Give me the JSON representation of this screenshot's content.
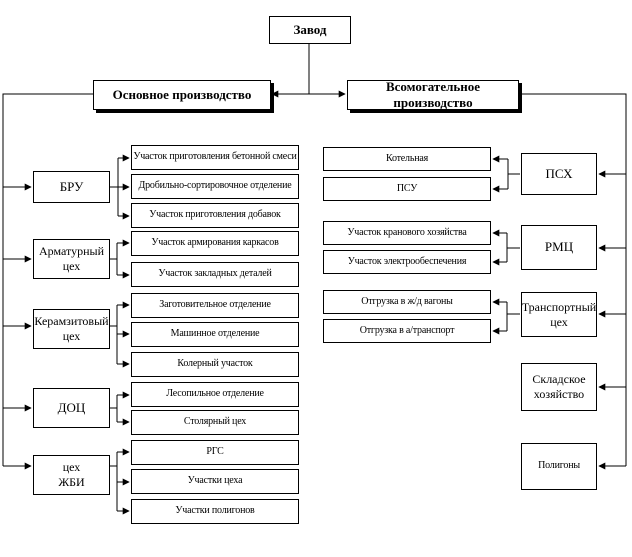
{
  "root": {
    "label": "Завод"
  },
  "main": {
    "label": "Основное производство",
    "departments": [
      {
        "label": "БРУ",
        "children": [
          "Участок приготовления бетонной смеси",
          "Дробильно-сортировочное отделение",
          "Участок приготовления добавок"
        ]
      },
      {
        "label": "Арматурный\nцех",
        "children": [
          "Участок армирования каркасов",
          "Участок закладных деталей"
        ]
      },
      {
        "label": "Керамзитовый\nцех",
        "children": [
          "Заготовительное отделение",
          "Машинное отделение",
          "Колерный участок"
        ]
      },
      {
        "label": "ДОЦ",
        "children": [
          "Лесопильное отделение",
          "Столярный цех"
        ]
      },
      {
        "label": "цех\nЖБИ",
        "children": [
          "РГС",
          "Участки цеха",
          "Участки полигонов"
        ]
      }
    ]
  },
  "aux": {
    "label": "Всомогательное производство",
    "departments": [
      {
        "label": "ПСХ",
        "children": [
          "Котельная",
          "ПСУ"
        ]
      },
      {
        "label": "РМЦ",
        "children": [
          "Участок кранового хозяйства",
          "Участок электрообеспечения"
        ]
      },
      {
        "label": "Транспортный\nцех",
        "children": [
          "Отгрузка в ж/д вагоны",
          "Отгрузка в а/транспорт"
        ]
      },
      {
        "label": "Складское\nхозяйство",
        "children": []
      },
      {
        "label": "Полигоны",
        "children": []
      }
    ]
  }
}
